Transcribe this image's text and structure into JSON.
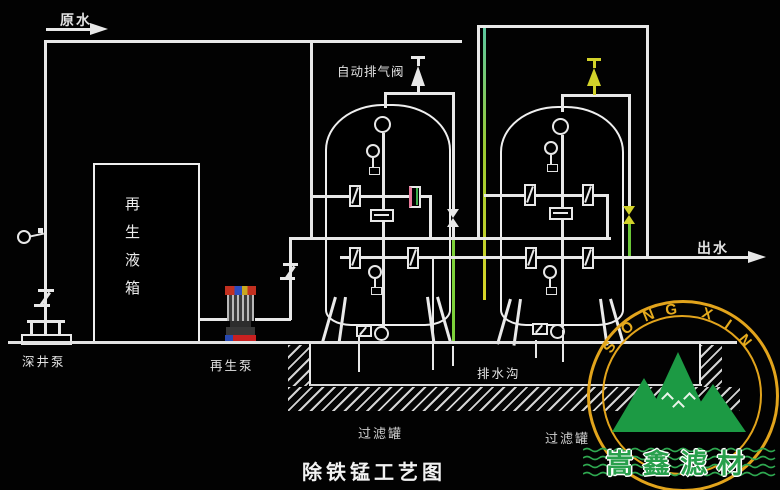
{
  "diagram": {
    "title": "除铁锰工艺图",
    "labels": {
      "raw_water": "原水",
      "auto_exhaust_valve": "自动排气阀",
      "regen_tank": "再生液箱",
      "deep_well_pump": "深井泵",
      "regen_pump": "再生泵",
      "outlet_water": "出水",
      "drain_trench": "排水沟",
      "filter_tank_left": "过滤罐",
      "filter_tank_right": "过滤罐"
    },
    "colors": {
      "background": "#000000",
      "line": "#e8e8e8",
      "highlight_green": "#7cc832",
      "highlight_yellow": "#d2d22a",
      "valve_pink": "#e87a9a",
      "valve_green": "#3fae4c"
    }
  },
  "logo": {
    "arc_letters": [
      "S",
      "O",
      "N",
      "G",
      "X",
      "I",
      "N"
    ],
    "brand_name": "嵩鑫滤材",
    "ring_color": "#e2a41c",
    "mountain_color": "#1c9a44",
    "text_color": "#28a04c"
  }
}
